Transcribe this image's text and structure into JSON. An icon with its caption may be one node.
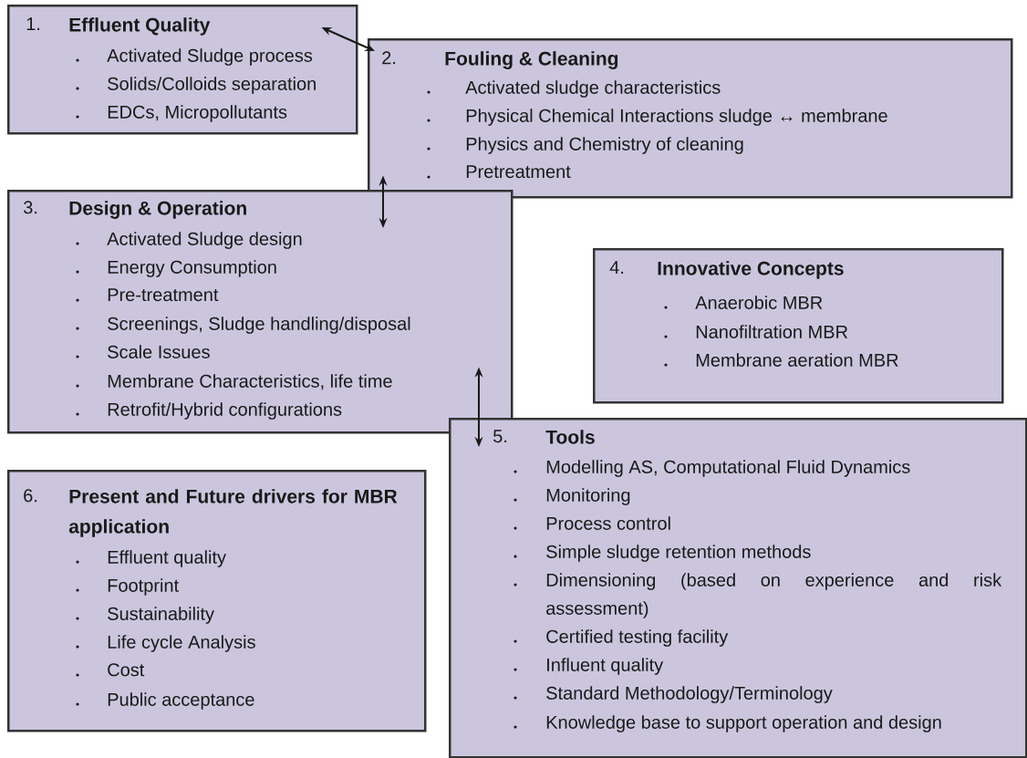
{
  "diagram": {
    "nodes": [
      {
        "text": [
          "1.",
          "Effluent Quality",
          "Activated Sludge process",
          "Solids/Colloids separation",
          "EDCs, Micropollutants"
        ]
      },
      {
        "text": [
          "2.",
          "Fouling & Cleaning",
          "Activated sludge characteristics",
          "Physical Chemical Interactions sludge ↔ membrane",
          "Physics and Chemistry of cleaning",
          "Pretreatment"
        ]
      },
      {
        "text": [
          "3.",
          "Design & Operation",
          "Activated Sludge design",
          "Energy Consumption",
          "Pre-treatment",
          "Screenings, Sludge handling/disposal",
          "Scale Issues",
          "Membrane Characteristics, life time",
          "Retrofit/Hybrid configurations"
        ]
      },
      {
        "text": [
          "4.",
          "Innovative Concepts",
          "Anaerobic MBR",
          "Nanofiltration MBR",
          "Membrane aeration MBR"
        ]
      },
      {
        "text": [
          "5.",
          "Tools",
          "Modelling AS, Computational Fluid Dynamics",
          "Monitoring",
          "Process control",
          "Simple sludge retention methods",
          "Dimensioning (based on experience and risk assessment)",
          "Certified testing facility",
          "Influent quality",
          "Standard Methodology/Terminology",
          "Knowledge base to support operation and design"
        ]
      },
      {
        "text": [
          "6.",
          "Present and Future drivers for MBR application",
          "Effluent quality",
          "Footprint",
          "Sustainability",
          "Life cycle Analysis",
          "Cost",
          "Public acceptance"
        ]
      }
    ],
    "edges": [
      {
        "from": 0,
        "to": 1,
        "arrow": "both"
      },
      {
        "from": 1,
        "to": 2,
        "arrow": "both"
      },
      {
        "from": 2,
        "to": 4,
        "arrow": "both"
      }
    ]
  }
}
